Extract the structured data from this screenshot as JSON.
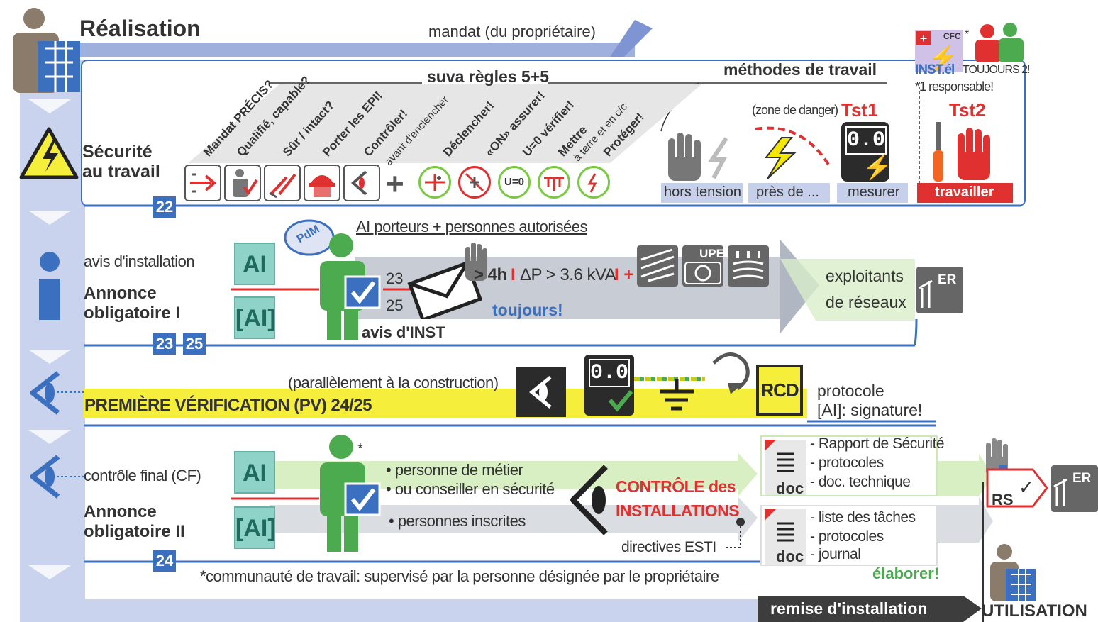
{
  "header": {
    "title": "Réalisation",
    "mandat": "mandat (du propriétaire)"
  },
  "top_right": {
    "cfc": "CFC",
    "asterisk": "*",
    "inst_el": "INST.él",
    "toujours2": "TOUJOURS 2!",
    "responsable": "*1 responsable!"
  },
  "securite": {
    "label_line1": "Sécurité",
    "label_line2": "au travail",
    "number": "22",
    "rules_title": "suva règles 5+5",
    "methods_title": "méthodes de travail",
    "rules": [
      "Mandat PRÉCIS?",
      "Qualifié, capable?",
      "Sûr / intact?",
      "Porter les EPI!",
      "Contrôler!",
      "avant d'enclencher",
      "Déclencher!",
      "«ON» assurer!",
      "U=0 vérifier!",
      "Mettre",
      "à terre et en c/c",
      "Protéger!"
    ],
    "u0": "U=0",
    "zone": "(zone de danger)",
    "tst1": "Tst1",
    "tst2": "Tst2",
    "meter_display": "0.0",
    "methods": [
      "hors tension",
      "près de ...",
      "mesurer",
      "travailler"
    ]
  },
  "annonce1": {
    "avis": "avis d'installation",
    "title_line1": "Annonce",
    "title_line2": "obligatoire I",
    "numbers": [
      "23",
      "25"
    ],
    "ai": "AI",
    "ai_bracket": "[AI]",
    "porteurs": "AI porteurs + personnes autorisées",
    "pdm": "PdM",
    "n23": "23",
    "n25": "25",
    "avis_inst": "avis d'INST",
    "condition": "> 4h",
    "condition_bar": "I",
    "delta": "ΔP > 3.6 kVA",
    "plus": "I +",
    "upe": "UPE",
    "toujours": "toujours!",
    "exploitants": "exploitants",
    "reseaux": "de réseaux",
    "er": "ER"
  },
  "pv": {
    "parallel": "(parallèlement à la construction)",
    "title": "PREMIÈRE VÉRIFICATION (PV) 24/25",
    "meter_display": "0.0",
    "rcd": "RCD",
    "protocole": "protocole",
    "signature": "[AI]: signature!"
  },
  "annonce2": {
    "controle": "contrôle final (CF)",
    "title_line1": "Annonce",
    "title_line2": "obligatoire II",
    "number": "24",
    "ai": "AI",
    "ai_bracket": "[AI]",
    "asterisk": "*",
    "bullet1": "• personne de métier",
    "bullet2": "• ou conseiller en sécurité",
    "bullet3": "• personnes inscrites",
    "controle_line1": "CONTRÔLE des",
    "controle_line2": "INSTALLATIONS",
    "directives": "directives ESTI",
    "doc": "doc",
    "doc1_items": [
      "- Rapport de Sécurité",
      "- protocoles",
      "- doc. technique"
    ],
    "doc2_items": [
      "- liste des tâches",
      "- protocoles",
      "- journal"
    ],
    "elaborer": "élaborer!",
    "rs": "RS",
    "check": "✓",
    "er": "ER"
  },
  "footer": {
    "note": "*communauté de travail: supervisé par la personne désignée par le propriétaire",
    "remise": "remise d'installation",
    "utilisation": "UTILISATION"
  },
  "colors": {
    "blue": "#3b6fbf",
    "lightblue": "#c9d3ee",
    "yellow": "#f5ee3a",
    "green": "#4cab4f",
    "red": "#e03030",
    "gray": "#6b6b6b"
  }
}
